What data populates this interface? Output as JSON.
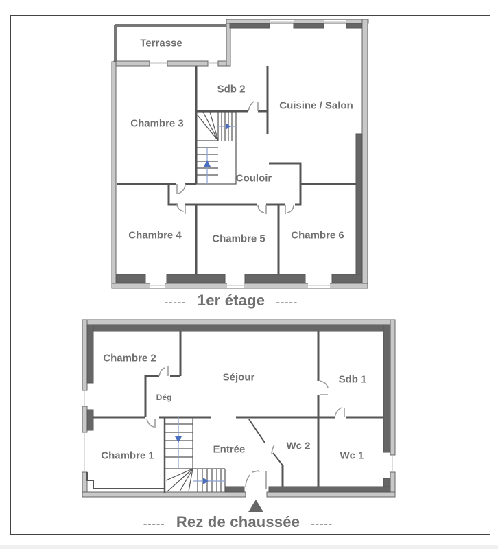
{
  "floors": [
    {
      "id": "first-floor",
      "title": "1er étage",
      "title_prefix": "-----",
      "title_suffix": "-----",
      "rooms": [
        {
          "name": "Terrasse"
        },
        {
          "name": "Sdb 2"
        },
        {
          "name": "Cuisine / Salon"
        },
        {
          "name": "Chambre 3"
        },
        {
          "name": "Couloir"
        },
        {
          "name": "Chambre 4"
        },
        {
          "name": "Chambre 5"
        },
        {
          "name": "Chambre 6"
        }
      ]
    },
    {
      "id": "ground-floor",
      "title": "Rez de chaussée",
      "title_prefix": "-----",
      "title_suffix": "-----",
      "rooms": [
        {
          "name": "Chambre 2"
        },
        {
          "name": "Séjour"
        },
        {
          "name": "Sdb 1"
        },
        {
          "name": "Dég"
        },
        {
          "name": "Chambre 1"
        },
        {
          "name": "Entrée"
        },
        {
          "name": "Wc 2"
        },
        {
          "name": "Wc 1"
        }
      ]
    }
  ],
  "colors": {
    "wall_dark": "#666666",
    "wall_light": "#c8c8c8",
    "wall_outline": "#555555",
    "text": "#707070",
    "stair_arrow": "#4a6fc0"
  },
  "icons": {
    "entrance-arrow": "▲",
    "stair-arrow-up": "▲",
    "stair-arrow-right": "▶",
    "stair-arrow-down": "▼"
  }
}
